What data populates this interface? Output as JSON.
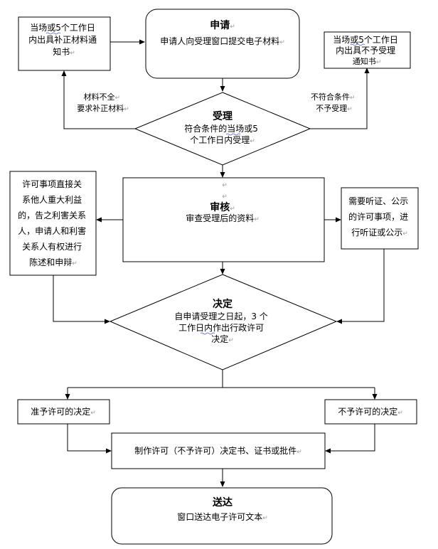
{
  "nodes": {
    "apply": {
      "title": "申请",
      "text": "申请人向受理窗口提交电子材料",
      "mark": "↵"
    },
    "supplement_notice": {
      "lines": [
        "当场或5个工作日",
        "内出具补正材料通",
        "知书"
      ],
      "mark": "↵"
    },
    "reject_notice": {
      "lines": [
        "当场或5个工作日",
        "内出具不予受理",
        "通知书"
      ],
      "mark": "↵"
    },
    "accept": {
      "title": "受理",
      "lines": [
        "符合条件的当场或5",
        "个工作日内受理"
      ],
      "mark": "↵"
    },
    "review": {
      "pre_mark": "↵",
      "title": "审核",
      "text": "审查受理后的资料",
      "mark": "↵"
    },
    "statement": {
      "lines": [
        "许可事项直接关",
        "系他人重大利益",
        "的，告之利害关系",
        "人，申请人和利害",
        "关系人有权进行",
        "陈述和申辩"
      ],
      "mark": "↵"
    },
    "hearing": {
      "lines": [
        "需要听证、公示",
        "的许可事项，进",
        "行听证或公示"
      ],
      "mark": "↵"
    },
    "decision": {
      "title": "决定",
      "lines": [
        "自申请受理之日起，3 个",
        "工作日内作出行政许可",
        "决定"
      ],
      "mark": "↵"
    },
    "grant": {
      "text": "准予许可的决定",
      "mark": "↵"
    },
    "deny": {
      "text": "不予许可的决定",
      "mark": "↵"
    },
    "produce": {
      "text": "制作许可（不予许可）决定书、证书或批件",
      "mark": "↵"
    },
    "deliver": {
      "title": "送达",
      "text": "窗口送达电子许可文本",
      "mark": "↵"
    }
  },
  "edge_labels": {
    "incomplete": {
      "lines": [
        "材料不全",
        "要求补正材料"
      ],
      "mark": "↵"
    },
    "not_qualified": {
      "lines": [
        "不符合条件",
        "不予受理"
      ],
      "mark": "↵"
    }
  },
  "colors": {
    "line": "#000000",
    "fill": "#ffffff",
    "paragraph_mark": "#9a9a9a",
    "underline": "#3b5bdb"
  }
}
